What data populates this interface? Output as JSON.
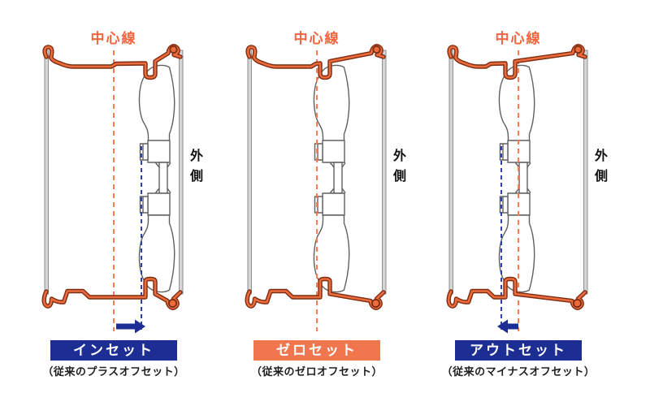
{
  "figure": {
    "diagrams": [
      {
        "id": "inset",
        "center_line_label": "中心線",
        "outer_side_label": "外側",
        "banner_label": "インセット",
        "caption": "（従来のプラスオフセット）",
        "banner_color": "#1c2e94",
        "offset_direction": "right"
      },
      {
        "id": "zeroset",
        "center_line_label": "中心線",
        "outer_side_label": "外側",
        "banner_label": "ゼロセット",
        "caption": "（従来のゼロオフセット）",
        "banner_color": "#f0764e",
        "offset_direction": "none"
      },
      {
        "id": "outset",
        "center_line_label": "中心線",
        "outer_side_label": "外側",
        "banner_label": "アウトセット",
        "caption": "（従来のマイナスオフセット）",
        "banner_color": "#1c2e94",
        "offset_direction": "left"
      }
    ],
    "colors": {
      "rim_orange": "#ec6b3a",
      "rim_outline": "#7c2c12",
      "center_line_dash": "#f57e57",
      "mount_face_dash": "#2f42a0",
      "arrow_navy": "#1c2e94",
      "disc_outline": "#606060",
      "wall_gray": "#8f8f8f"
    }
  }
}
